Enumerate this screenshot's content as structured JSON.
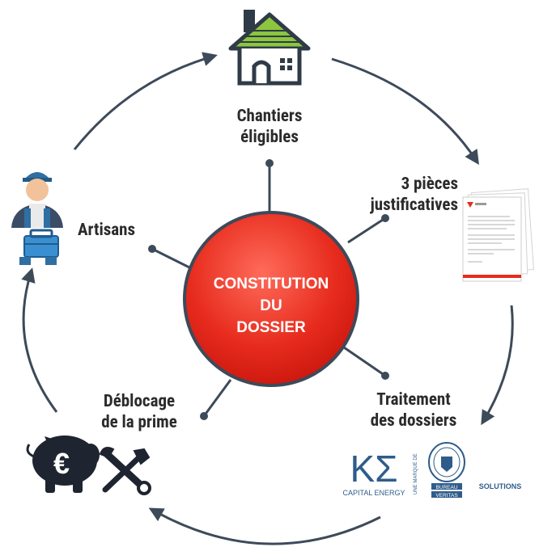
{
  "center": {
    "line1": "CONSTITUTION",
    "line2": "DU",
    "line3": "DOSSIER",
    "color_top": "#ff6b5a",
    "color_bottom": "#c9150d"
  },
  "nodes": {
    "chantiers": {
      "line1": "Chantiers",
      "line2": "éligibles"
    },
    "pieces": {
      "line1": "3 pièces",
      "line2": "justificatives"
    },
    "traitement": {
      "line1": "Traitement",
      "line2": "des dossiers"
    },
    "deblocage": {
      "line1": "Déblocage",
      "line2": "de la prime"
    },
    "artisans": {
      "label": "Artisans"
    }
  },
  "logos": {
    "capital_energy": "CAPITAL ENERGY",
    "une_marque_de": "UNE MARQUE DE",
    "bureau": "BUREAU",
    "veritas": "VERITAS",
    "solutions": "SOLUTIONS"
  },
  "icons": [
    "house-icon",
    "documents-icon",
    "artisan-icon",
    "piggy-bank-icon",
    "tools-icon"
  ],
  "colors": {
    "arrow": "#3d4a59",
    "connector": "#3d4a59",
    "house_roof": "#8cc63f",
    "house_body": "#2f3b47",
    "text": "#2b2b2b",
    "logo_blue": "#2f5c8a"
  }
}
